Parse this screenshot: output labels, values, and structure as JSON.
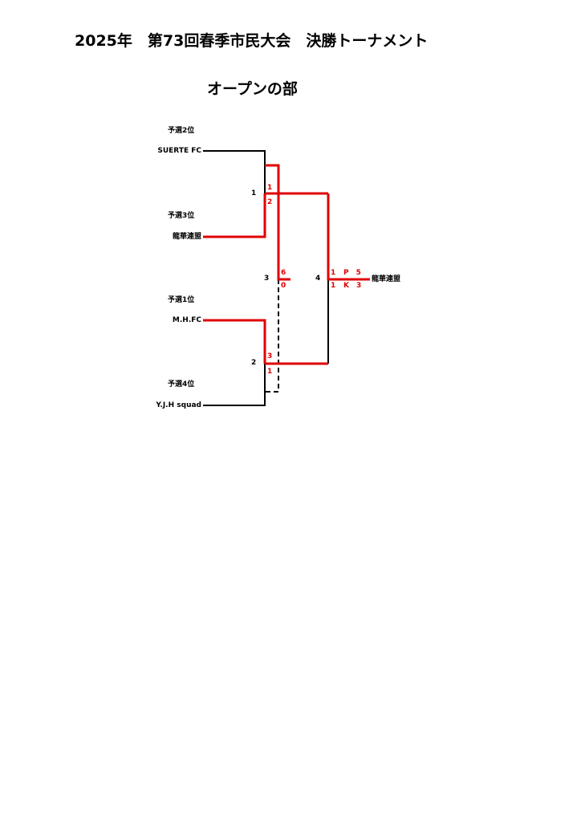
{
  "title": "2025年　第73回春季市民大会　決勝トーナメント",
  "subtitle": "オープンの部",
  "colors": {
    "winner": "#e00000",
    "normal": "#000000"
  },
  "teams": [
    {
      "seed": "予選2位",
      "name": "SUERTE FC"
    },
    {
      "seed": "予選3位",
      "name": "龍華連盟"
    },
    {
      "seed": "予選1位",
      "name": "M.H.FC"
    },
    {
      "seed": "予選4位",
      "name": "Y.J.H squad"
    }
  ],
  "matches": {
    "m1": {
      "no": "1",
      "score_top": "1",
      "score_bottom": "2"
    },
    "m2": {
      "no": "2",
      "score_top": "3",
      "score_bottom": "1"
    },
    "m3": {
      "no": "3",
      "score_top": "6",
      "score_bottom": "0"
    },
    "m4": {
      "no": "4",
      "score_top": "1",
      "score_bottom": "1",
      "pk_top": "P　5",
      "pk_bottom": "K　3"
    }
  },
  "champion": "龍華連盟"
}
